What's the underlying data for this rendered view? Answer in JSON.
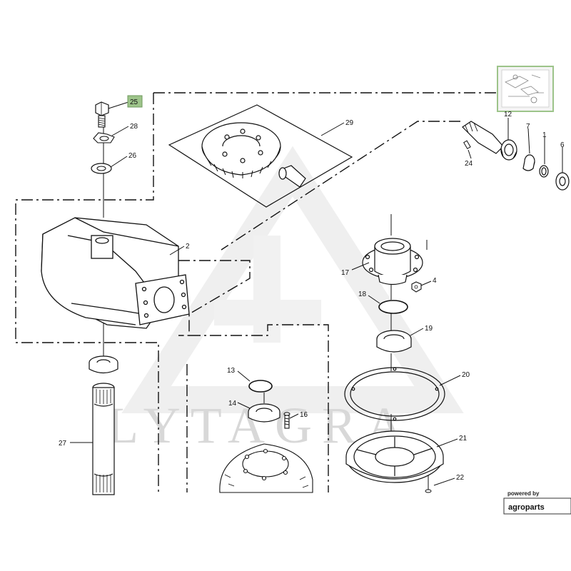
{
  "watermark": "LYTAGRA",
  "highlight_color": "#9dc48a",
  "branding": {
    "powered_by": "powered by",
    "name": "agroparts"
  },
  "callouts": {
    "p25": "25",
    "p28": "28",
    "p26": "26",
    "p29": "29",
    "p2": "2",
    "p12": "12",
    "p7": "7",
    "p1": "1",
    "p6": "6",
    "p24": "24",
    "p17": "17",
    "p4": "4",
    "p18": "18",
    "p19": "19",
    "p20": "20",
    "p21": "21",
    "p22": "22",
    "p13": "13",
    "p14": "14",
    "p16": "16",
    "p27": "27"
  }
}
